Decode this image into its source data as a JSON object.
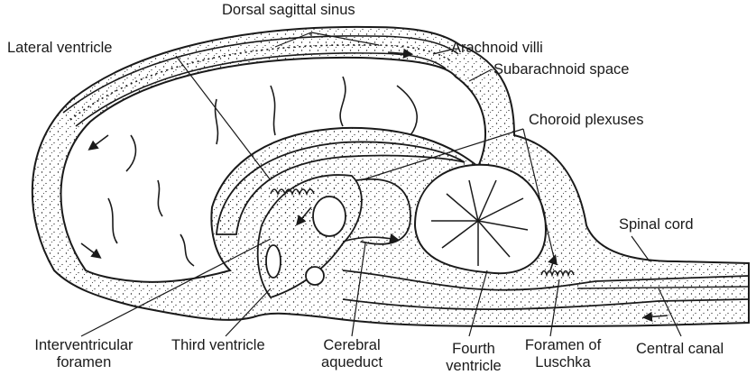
{
  "labels": {
    "dorsal_sagittal_sinus": "Dorsal sagittal sinus",
    "lateral_ventricle": "Lateral ventricle",
    "arachnoid_villi": "Arachnoid villi",
    "subarachnoid_space": "Subarachnoid space",
    "choroid_plexuses": "Choroid plexuses",
    "spinal_cord": "Spinal cord",
    "interventricular_foramen": [
      "Interventricular",
      "foramen"
    ],
    "third_ventricle": "Third ventricle",
    "cerebral_aqueduct": [
      "Cerebral",
      "aqueduct"
    ],
    "fourth_ventricle": [
      "Fourth",
      "ventricle"
    ],
    "foramen_of_luschka": [
      "Foramen of",
      "Luschka"
    ],
    "central_canal": "Central canal"
  },
  "colors": {
    "ink": "#1a1a1a",
    "background": "#ffffff"
  }
}
